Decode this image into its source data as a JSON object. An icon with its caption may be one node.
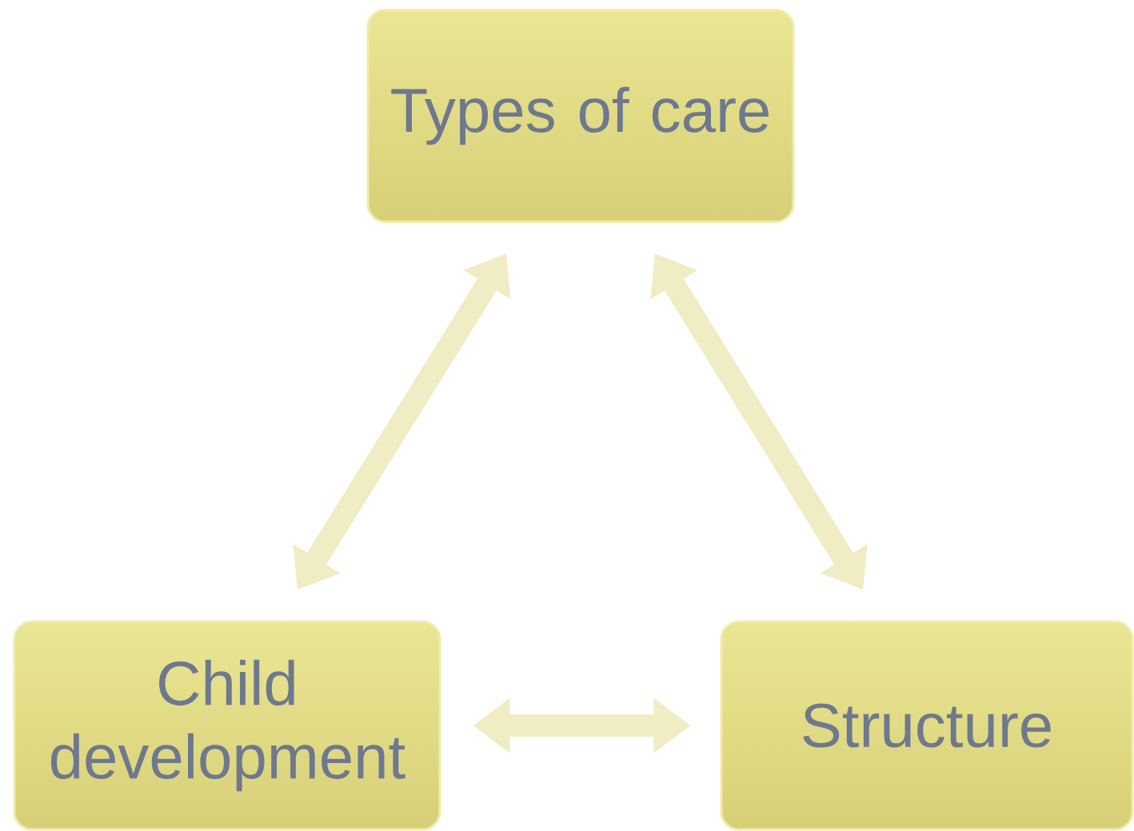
{
  "diagram": {
    "nodes": [
      {
        "text": [
          "Types of care"
        ]
      },
      {
        "text": [
          "Child development"
        ]
      },
      {
        "text": [
          "Structure"
        ]
      }
    ],
    "edges": [
      {
        "from": 0,
        "to": 1,
        "arrow": "both"
      },
      {
        "from": 0,
        "to": 2,
        "arrow": "both"
      },
      {
        "from": 1,
        "to": 2,
        "arrow": "both"
      }
    ]
  }
}
